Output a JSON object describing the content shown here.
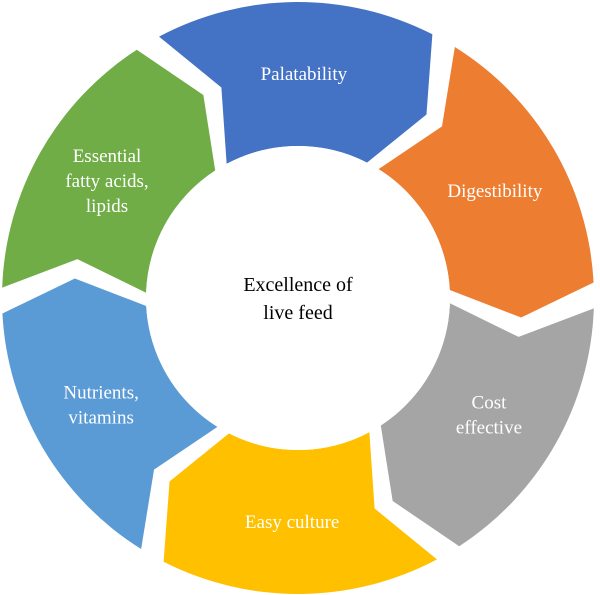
{
  "diagram": {
    "center": {
      "lines": [
        "Excellence of",
        "live feed"
      ]
    },
    "segments": [
      {
        "id": "palatability",
        "lines": [
          "Palatability"
        ],
        "color": "#4472C4"
      },
      {
        "id": "digestibility",
        "lines": [
          "Digestibility"
        ],
        "color": "#ED7D31"
      },
      {
        "id": "cost-effective",
        "lines": [
          "Cost",
          "effective"
        ],
        "color": "#A5A5A5"
      },
      {
        "id": "easy-culture",
        "lines": [
          "Easy culture"
        ],
        "color": "#FFC000"
      },
      {
        "id": "nutrients-vitamins",
        "lines": [
          "Nutrients,",
          "vitamins"
        ],
        "color": "#5B9BD5"
      },
      {
        "id": "essential-fatty-acids",
        "lines": [
          "Essential",
          "fatty acids,",
          "lipids"
        ],
        "color": "#70AD47"
      }
    ]
  }
}
